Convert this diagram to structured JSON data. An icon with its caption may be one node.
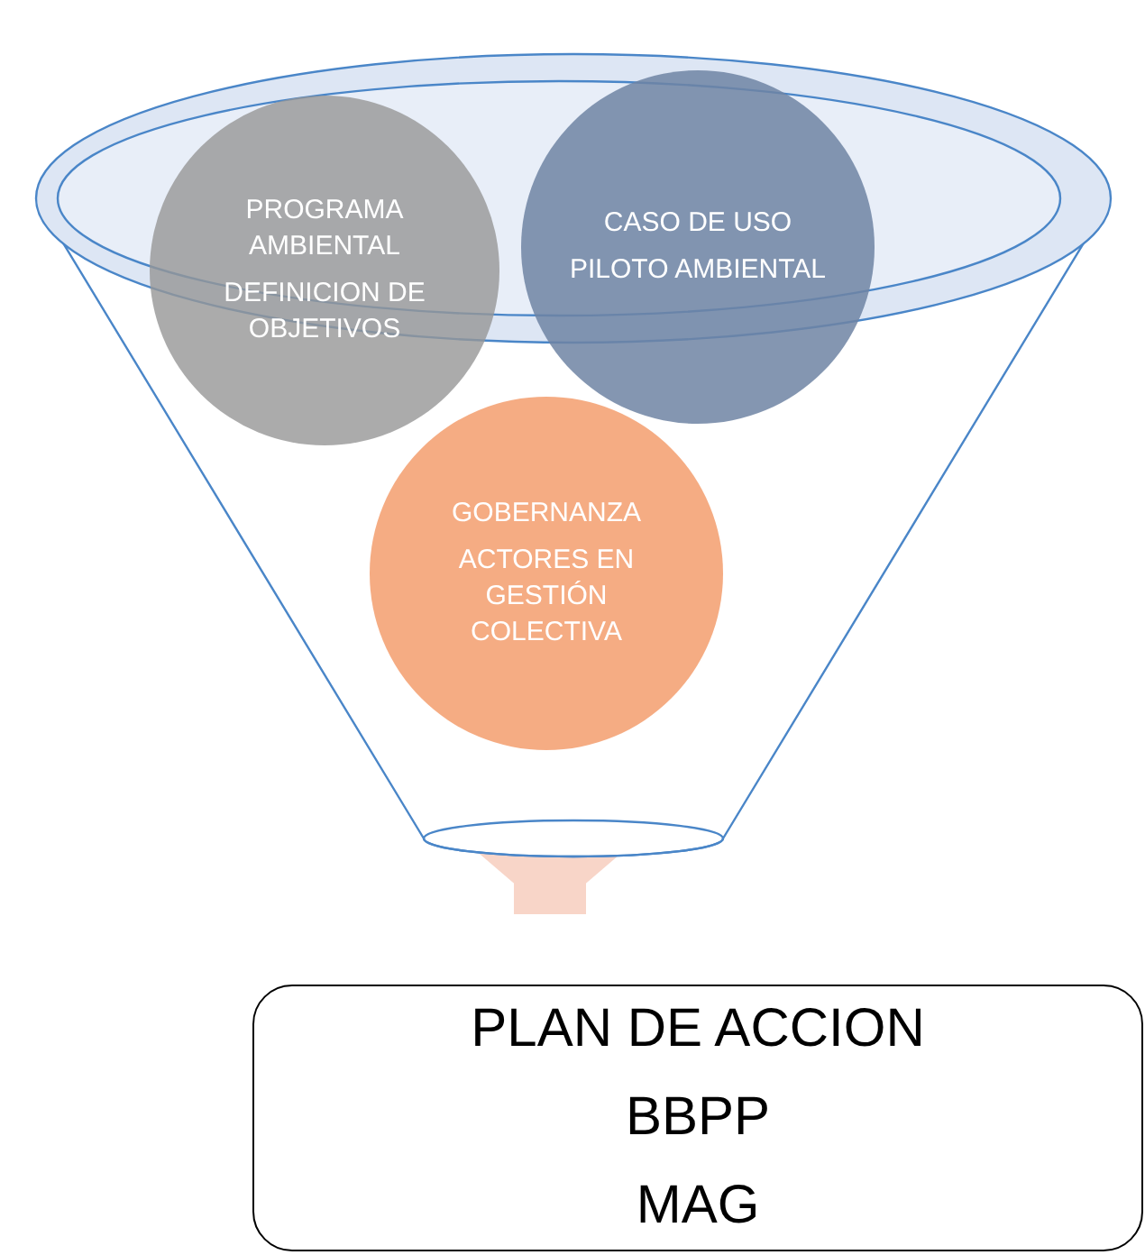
{
  "diagram": {
    "nodes": [
      {
        "text": [],
        "shape": "funnel"
      },
      {
        "text": [
          "PROGRAMA AMBIENTAL",
          "DEFINICION DE OBJETIVOS"
        ]
      },
      {
        "text": [
          "CASO DE USO",
          "PILOTO AMBIENTAL"
        ]
      },
      {
        "text": [
          "GOBERNANZA",
          "ACTORES EN GESTIÓN COLECTIVA"
        ],
        "in": 0
      },
      {
        "text": [
          "PLAN DE ACCION",
          "BBPP",
          "MAG"
        ]
      }
    ],
    "edges": [
      {
        "from": 0,
        "to": 4,
        "arrow": "to"
      }
    ]
  }
}
